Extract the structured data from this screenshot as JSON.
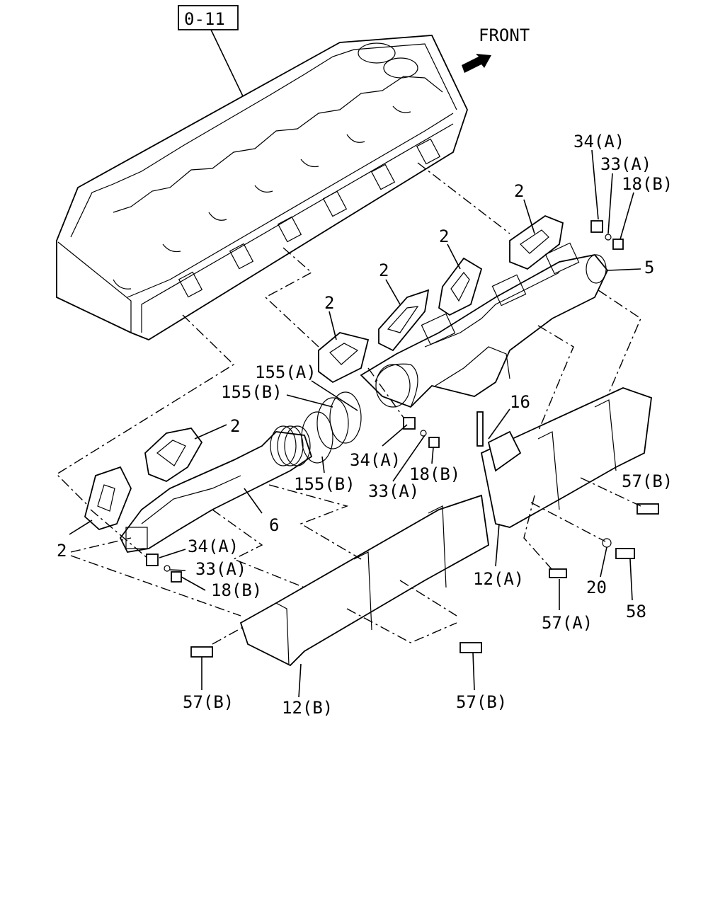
{
  "reference_box": "0-11",
  "direction_label": "FRONT",
  "labels": {
    "p34a_top": "34(A)",
    "p33a_top": "33(A)",
    "p18b_top": "18(B)",
    "p2_a": "2",
    "p2_b": "2",
    "p2_c": "2",
    "p2_d": "2",
    "p2_e": "2",
    "p2_f": "2",
    "p5": "5",
    "p155a": "155(A)",
    "p155b_upper": "155(B)",
    "p155b_lower": "155(B)",
    "p16": "16",
    "p34a_mid": "34(A)",
    "p18b_mid": "18(B)",
    "p33a_mid": "33(A)",
    "p57b_right": "57(B)",
    "p6": "6",
    "p34a_low": "34(A)",
    "p33a_low": "33(A)",
    "p18b_low": "18(B)",
    "p12a": "12(A)",
    "p20": "20",
    "p58": "58",
    "p57a": "57(A)",
    "p57b_left": "57(B)",
    "p12b": "12(B)",
    "p57b_bottom": "57(B)"
  }
}
